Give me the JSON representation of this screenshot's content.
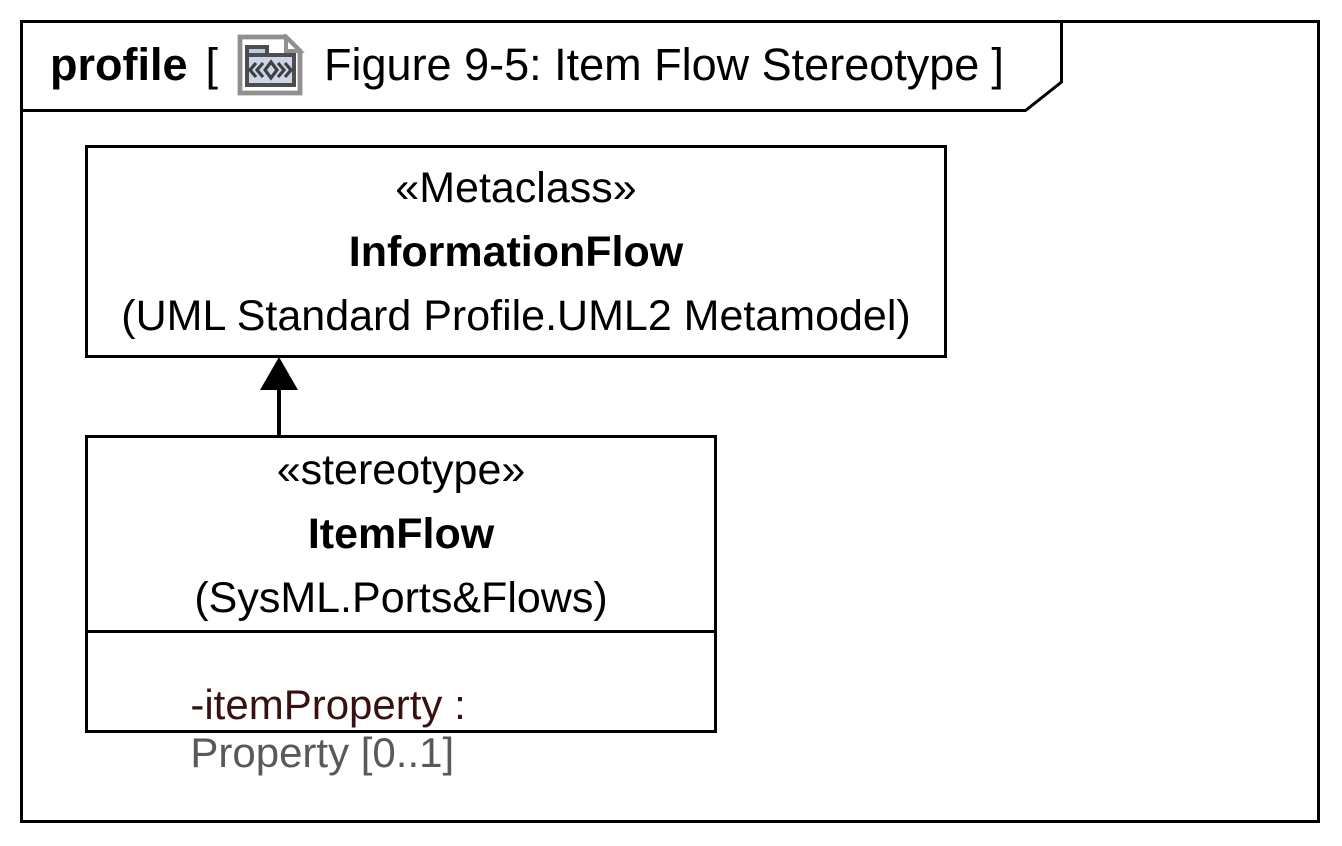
{
  "frame": {
    "keyword": "profile",
    "bracket_open": "[",
    "bracket_close": "]",
    "diagram_name": "Figure 9-5: Item Flow Stereotype",
    "icon": "profile-diagram-icon"
  },
  "nodes": {
    "metaclass": {
      "stereotype": "«Metaclass»",
      "name": "InformationFlow",
      "package": "(UML Standard Profile.UML2 Metamodel)"
    },
    "itemflow": {
      "stereotype": "«stereotype»",
      "name": "ItemFlow",
      "package": "(SysML.Ports&Flows)",
      "attributes": [
        {
          "name": "-itemProperty : ",
          "type": "Property [0..1]"
        }
      ]
    }
  },
  "relationships": [
    {
      "type": "extension",
      "from": "ItemFlow",
      "to": "InformationFlow",
      "line": "solid",
      "arrowhead": "filled-triangle"
    }
  ],
  "colors": {
    "line": "#000000",
    "text": "#000000",
    "attribute_name": "#381010",
    "attribute_type": "#595959",
    "icon_page_border": "#909090",
    "icon_folder_border": "#4d4d4d",
    "icon_folder_fill": "#ccd5ea",
    "icon_folder_tab_fill": "#c0cae4"
  }
}
